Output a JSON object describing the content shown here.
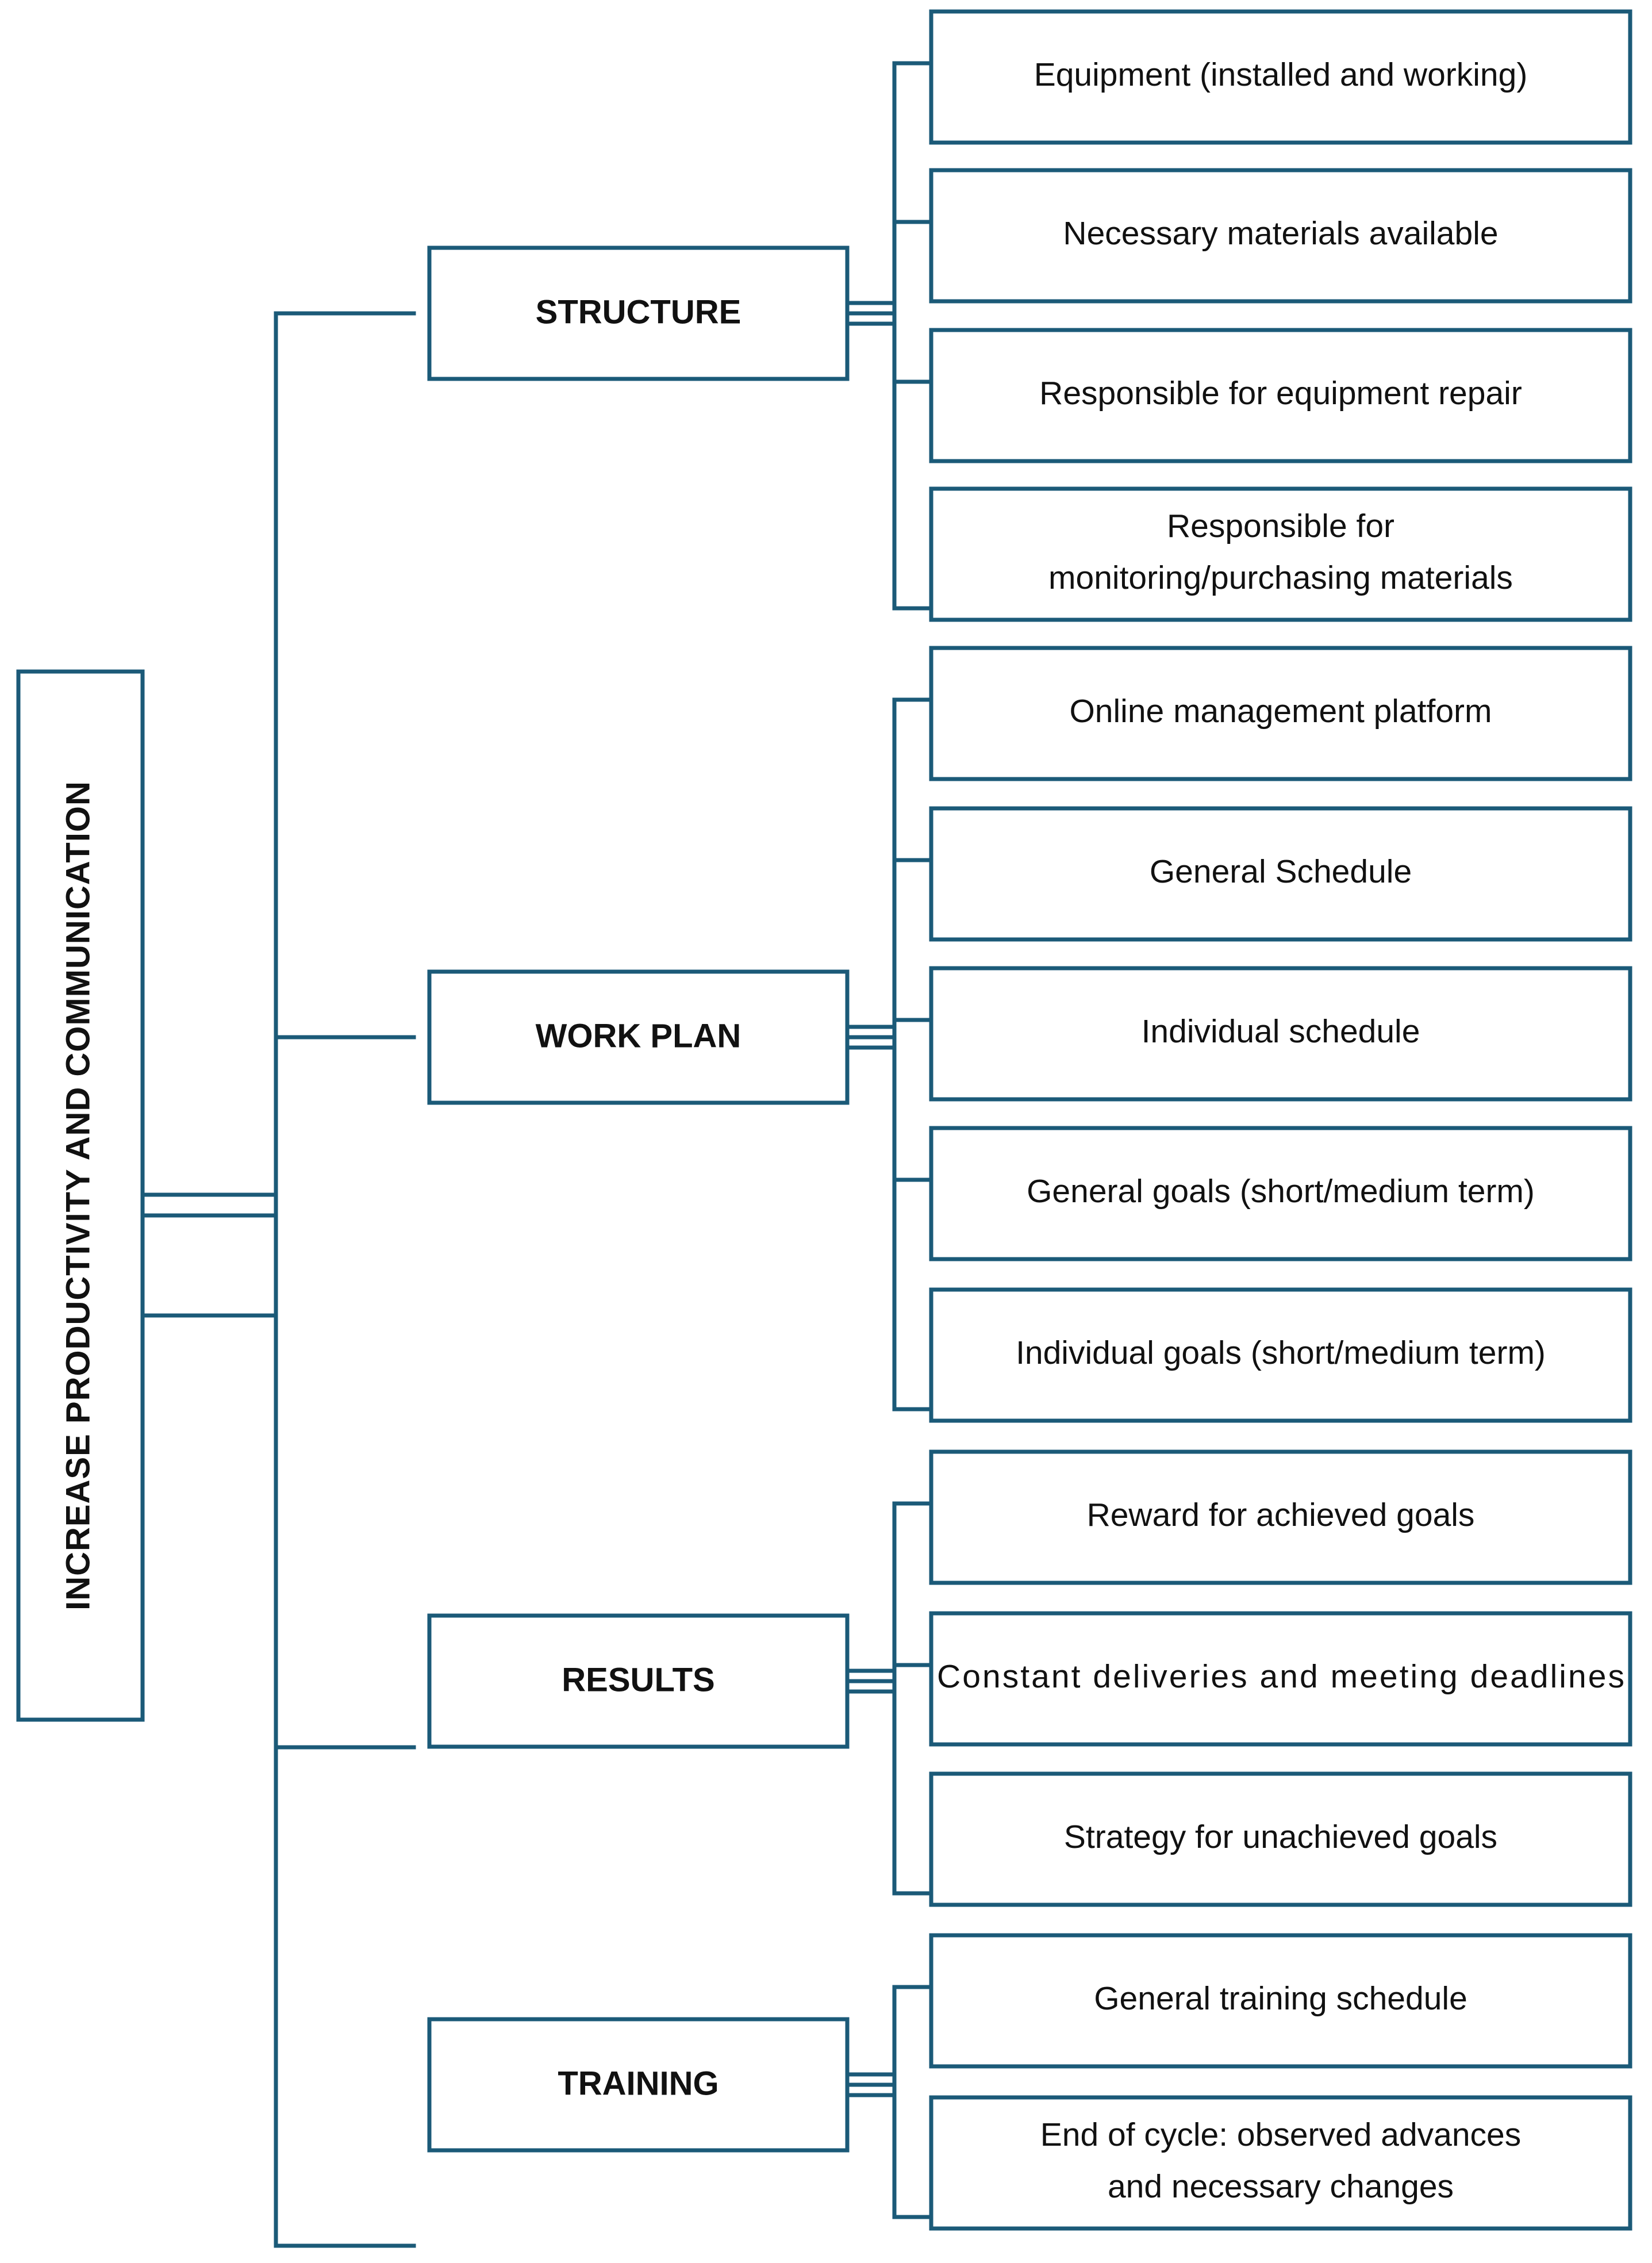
{
  "colors": {
    "line": "#1b5a78",
    "text": "#111111",
    "background": "#ffffff"
  },
  "root": {
    "label": "INCREASE PRODUCTIVITY AND COMMUNICATION"
  },
  "categories": [
    {
      "label": "STRUCTURE",
      "items": [
        [
          "Equipment (installed and working)"
        ],
        [
          "Necessary materials available"
        ],
        [
          "Responsible for equipment repair"
        ],
        [
          "Responsible for",
          "monitoring/purchasing materials"
        ]
      ]
    },
    {
      "label": "WORK PLAN",
      "items": [
        [
          "Online management platform"
        ],
        [
          "General Schedule"
        ],
        [
          "Individual schedule"
        ],
        [
          "General goals (short/medium term)"
        ],
        [
          "Individual goals (short/medium term)"
        ]
      ]
    },
    {
      "label": "RESULTS",
      "items": [
        [
          "Reward for achieved goals"
        ],
        [
          "Constant deliveries and meeting deadlines"
        ],
        [
          "Strategy for unachieved goals"
        ]
      ]
    },
    {
      "label": "TRAINING",
      "items": [
        [
          "General training schedule"
        ],
        [
          "End of cycle: observed advances",
          "and necessary changes"
        ]
      ]
    }
  ]
}
